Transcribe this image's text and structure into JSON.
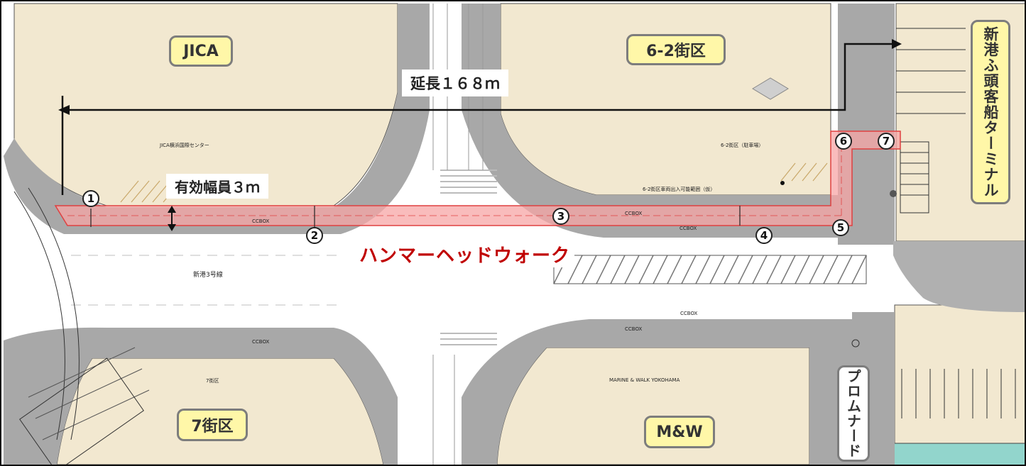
{
  "districts": {
    "jica": "JICA",
    "d62": "6-2街区",
    "d7": "7街区",
    "mw": "M&W"
  },
  "vertical_labels": {
    "terminal": "新港ふ頭客船ターミナル",
    "promenade": "プロムナード"
  },
  "annotations": {
    "length": "延長１６８ｍ",
    "width": "有効幅員３ｍ",
    "walk_name": "ハンマーヘッドウォーク"
  },
  "markers": [
    "1",
    "2",
    "3",
    "4",
    "5",
    "6",
    "7"
  ],
  "small_texts": {
    "jica_center": "JICA横浜国際センター",
    "d62_parking": "6-2街区（駐車場）",
    "d62_entrance": "6-2街区車両出入可能範囲（仮）",
    "road_name": "新港3号線",
    "d7_small": "7街区",
    "mw_small": "MARINE & WALK YOKOHAMA",
    "ccbox": "CCBOX"
  },
  "colors": {
    "walk_fill": "#f7a6a6",
    "walk_stroke": "#e04040",
    "district_fill": "#f2e8d0",
    "road_gray": "#9c9c9c",
    "label_fill": "#fff7a8",
    "title_red": "#c00000",
    "water": "#92d5cc"
  }
}
